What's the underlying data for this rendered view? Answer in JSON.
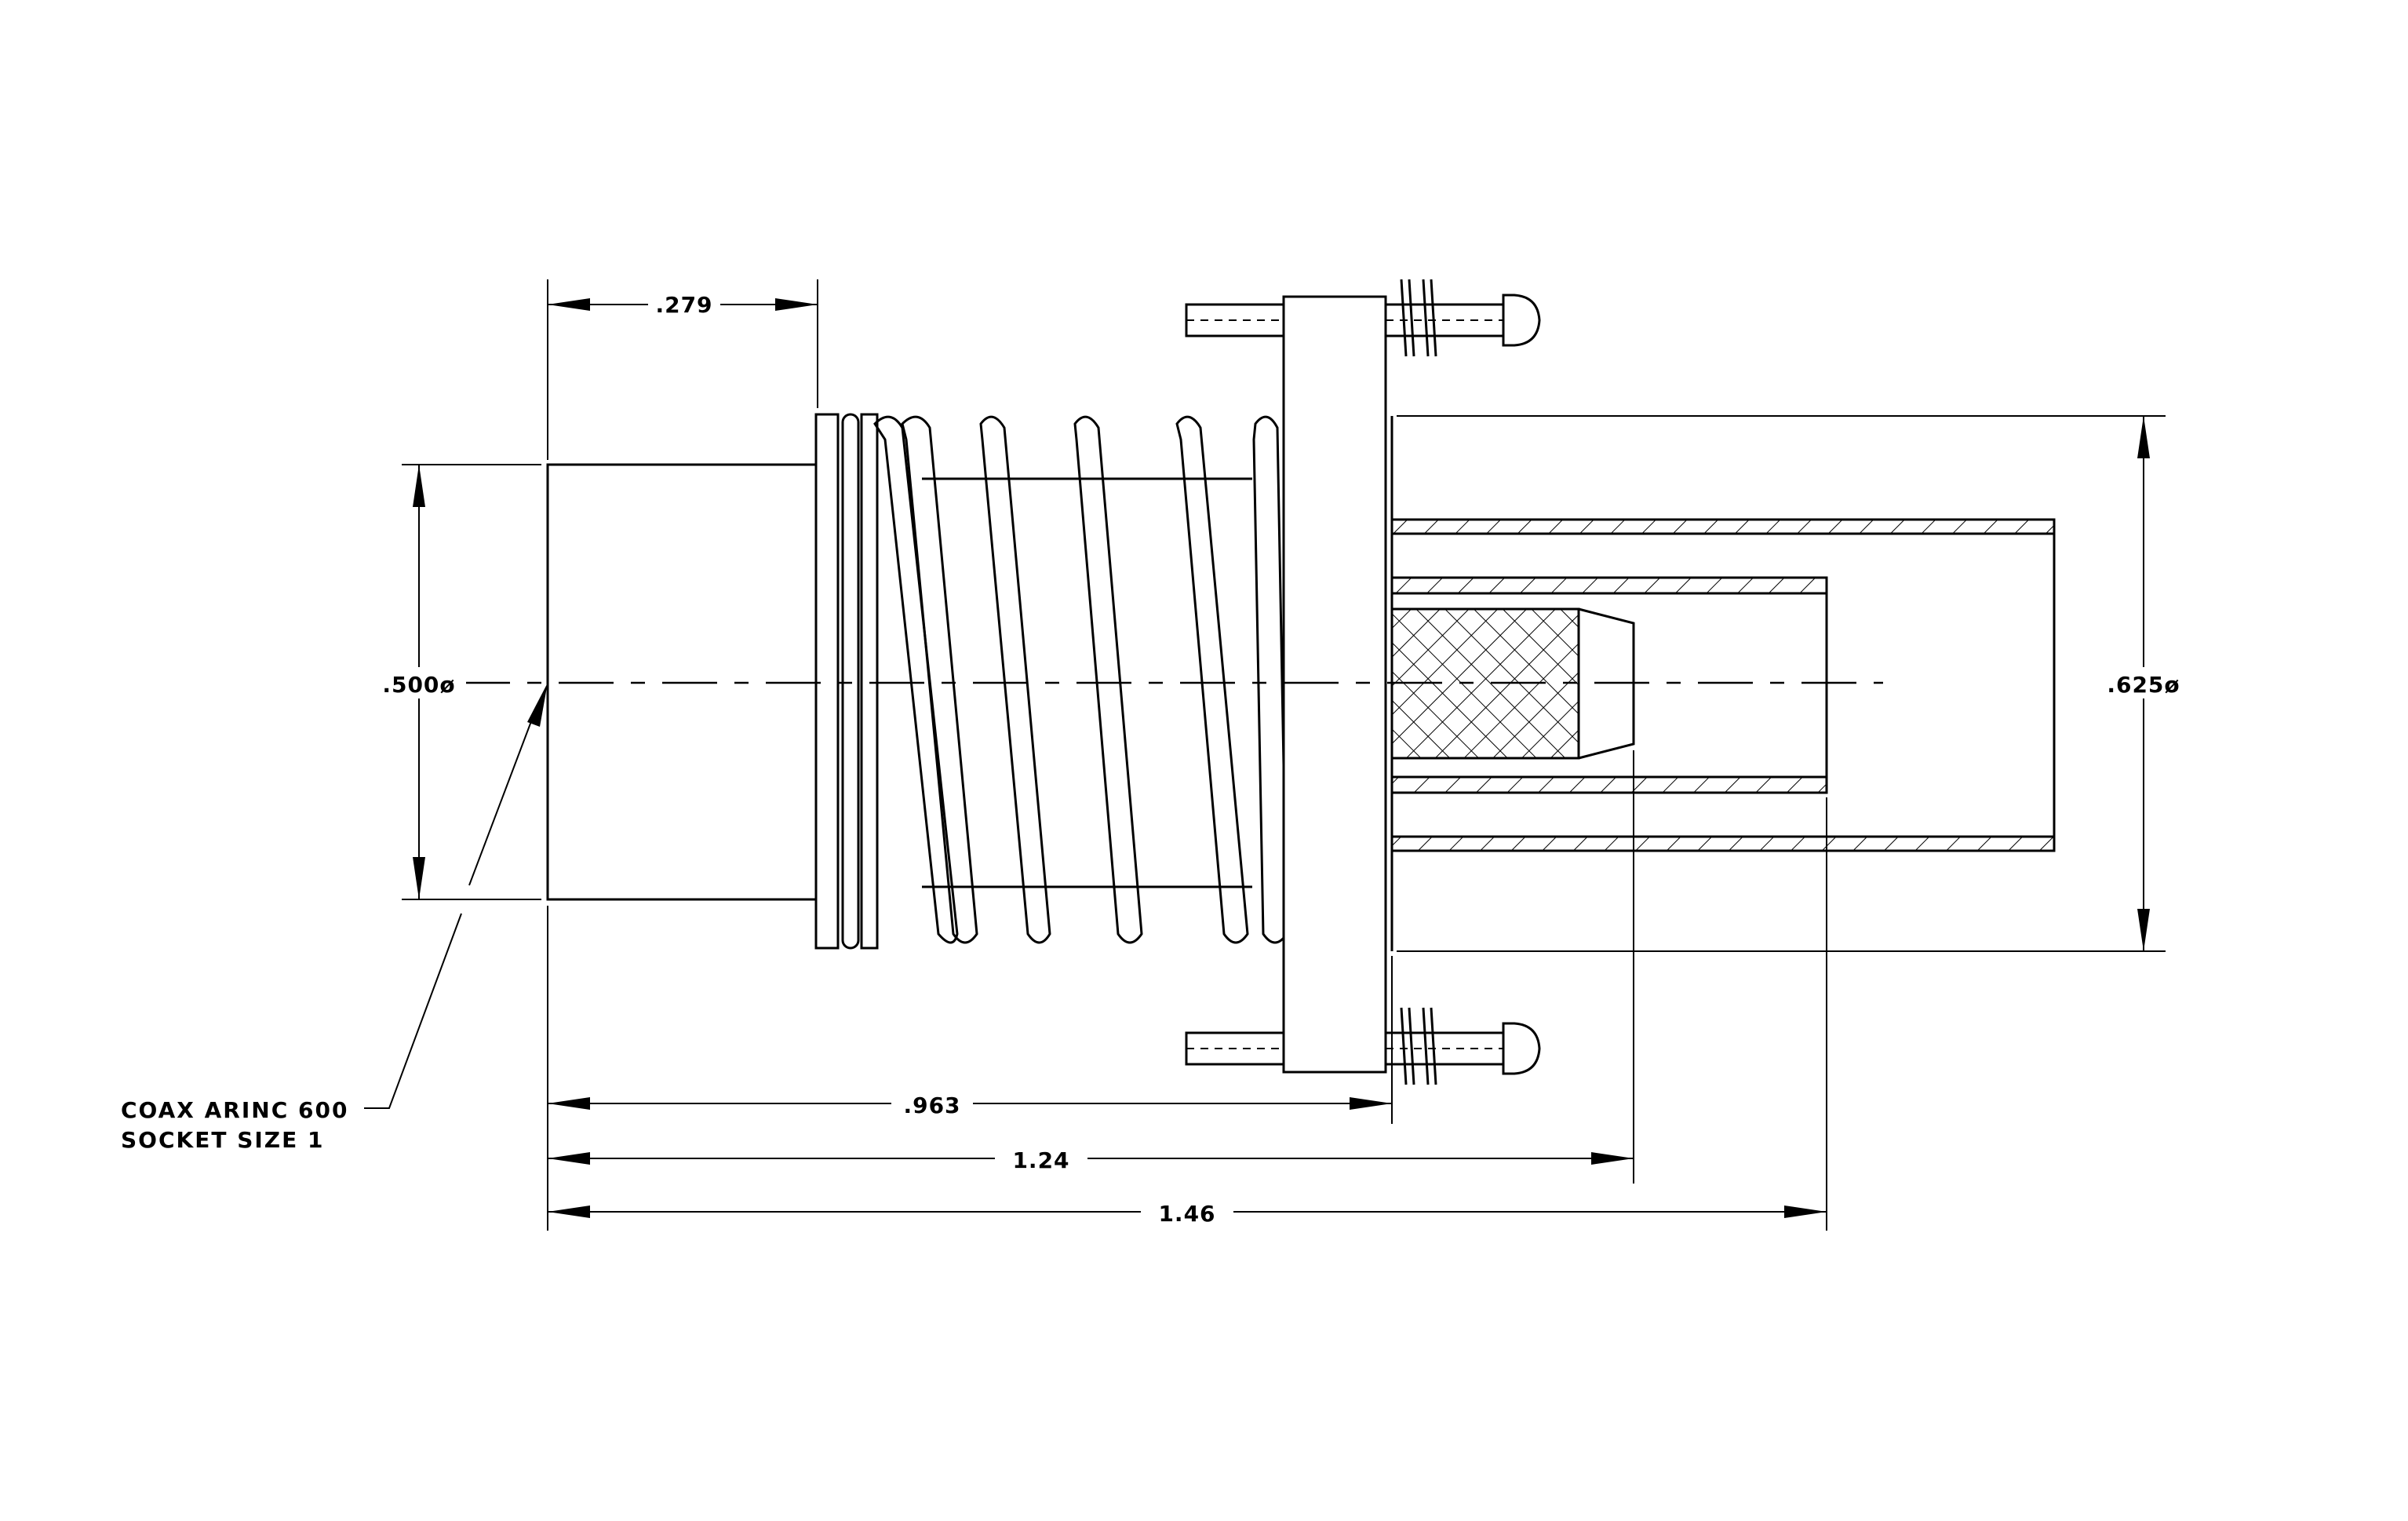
{
  "dimensions": {
    "d279": ".279",
    "d500": ".500ø",
    "d625": ".625ø",
    "d963": ".963",
    "d124": "1.24",
    "d146": "1.46"
  },
  "note": {
    "line1": "COAX ARINC 600",
    "line2": "SOCKET SIZE 1"
  }
}
